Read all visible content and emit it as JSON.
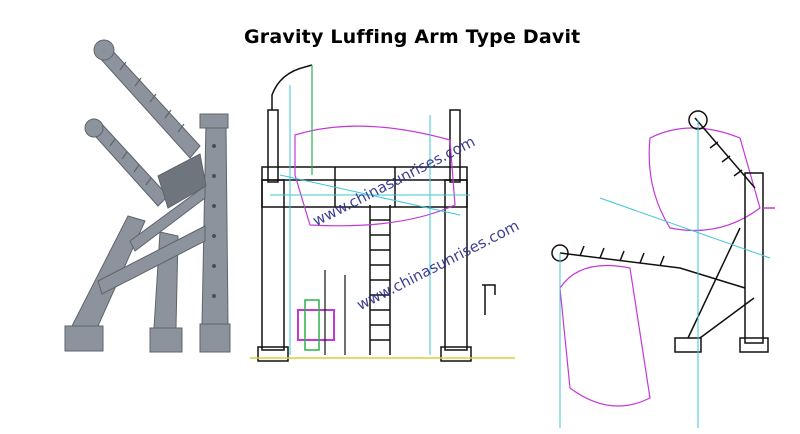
{
  "title": "Gravity Luffing Arm Type Davit",
  "watermark": "www.chinasunrises.com",
  "colors": {
    "render_steel": "#8c939c",
    "render_shadow": "#5e646b",
    "line_black": "#111111",
    "line_cyan": "#3fc6d6",
    "line_magenta": "#c23ad6",
    "line_green": "#2bb24a",
    "line_yellow": "#d8d23a",
    "watermark": "#2b2b8a"
  },
  "views": [
    {
      "name": "3d-render"
    },
    {
      "name": "front-elevation-drawing"
    },
    {
      "name": "side-elevation-drawing"
    }
  ]
}
